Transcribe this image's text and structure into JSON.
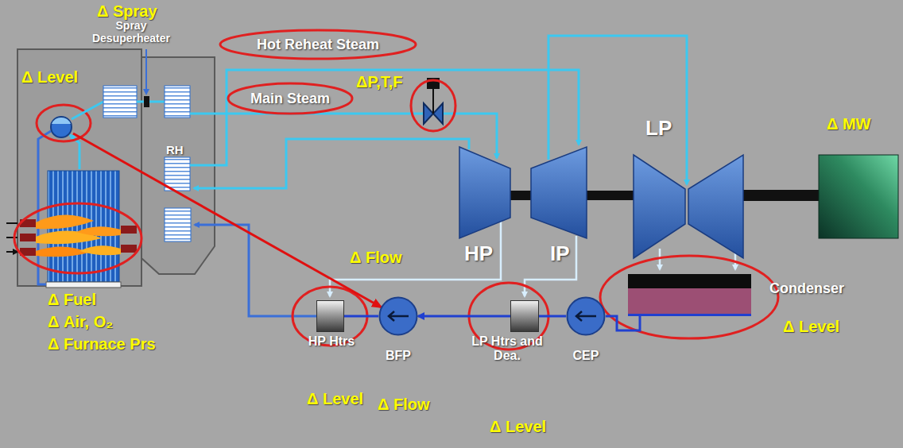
{
  "diagram": {
    "nodes": [
      {
        "text": [
          "Hot Reheat Steam"
        ]
      },
      {
        "text": [
          "Main Steam"
        ]
      },
      {
        "text": [
          "HP Htrs",
          "Δ Level"
        ]
      },
      {
        "text": [
          "BFP",
          "Δ Flow"
        ]
      },
      {
        "text": [
          "LP Htrs and Dea.",
          "Δ Level"
        ]
      },
      {
        "text": [
          "CEP"
        ]
      },
      {
        "text": [
          "Condenser",
          "Δ Level"
        ]
      }
    ],
    "edges": [
      {
        "from": 6,
        "to": 5,
        "arrow": "none"
      },
      {
        "from": 5,
        "to": 4,
        "arrow": "none"
      },
      {
        "from": 4,
        "to": 3,
        "arrow": "to"
      },
      {
        "from": 3,
        "to": 2,
        "arrow": "none"
      }
    ],
    "labels": [
      "Δ Spray",
      "Spray Desuperheater",
      "Δ Level",
      "ΔP,T,F",
      "RH",
      "HP",
      "IP",
      "LP",
      "Δ MW",
      "Δ Flow",
      "Δ Fuel",
      "Δ Air, O₂",
      "Δ Furnace Prs"
    ]
  }
}
